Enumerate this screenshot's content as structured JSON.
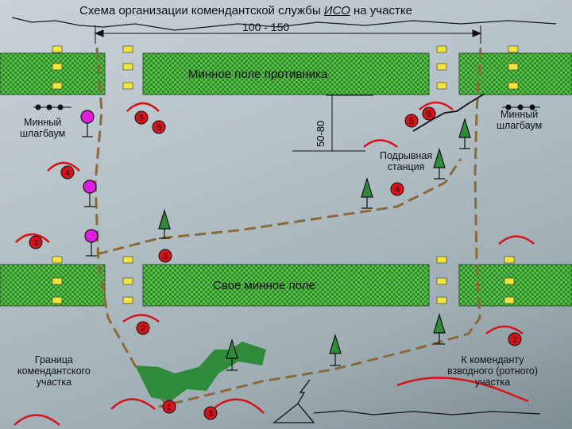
{
  "title": {
    "prefix": "Схема организации комендантской службы ",
    "emph": "ИСО",
    "suffix": " на участке"
  },
  "dimension_width": "100 - 150",
  "dimension_depth": "50-80",
  "enemy_minefield": "Минное поле противника",
  "own_minefield": "Свое минное поле",
  "mine_barrier_left": "Минный\nшлагбаум",
  "mine_barrier_right": "Минный\nшлагбаум",
  "blasting_station": "Подрывная\nстанция",
  "boundary_label": "Граница\nкомендантского\nучастка",
  "to_commandant_label": "К коменданту\nвзводного (ротного)\nучастка",
  "post_numbers": [
    "1",
    "2",
    "2",
    "3",
    "3",
    "4",
    "4",
    "5",
    "5",
    "6",
    "6",
    "8"
  ],
  "colors": {
    "minefield_green": "#4caa3f",
    "post_red": "#d8121a",
    "road_brown": "#8a6a3a",
    "forest_green": "#2f8a3a",
    "beacon_magenta": "#e01ce0"
  }
}
